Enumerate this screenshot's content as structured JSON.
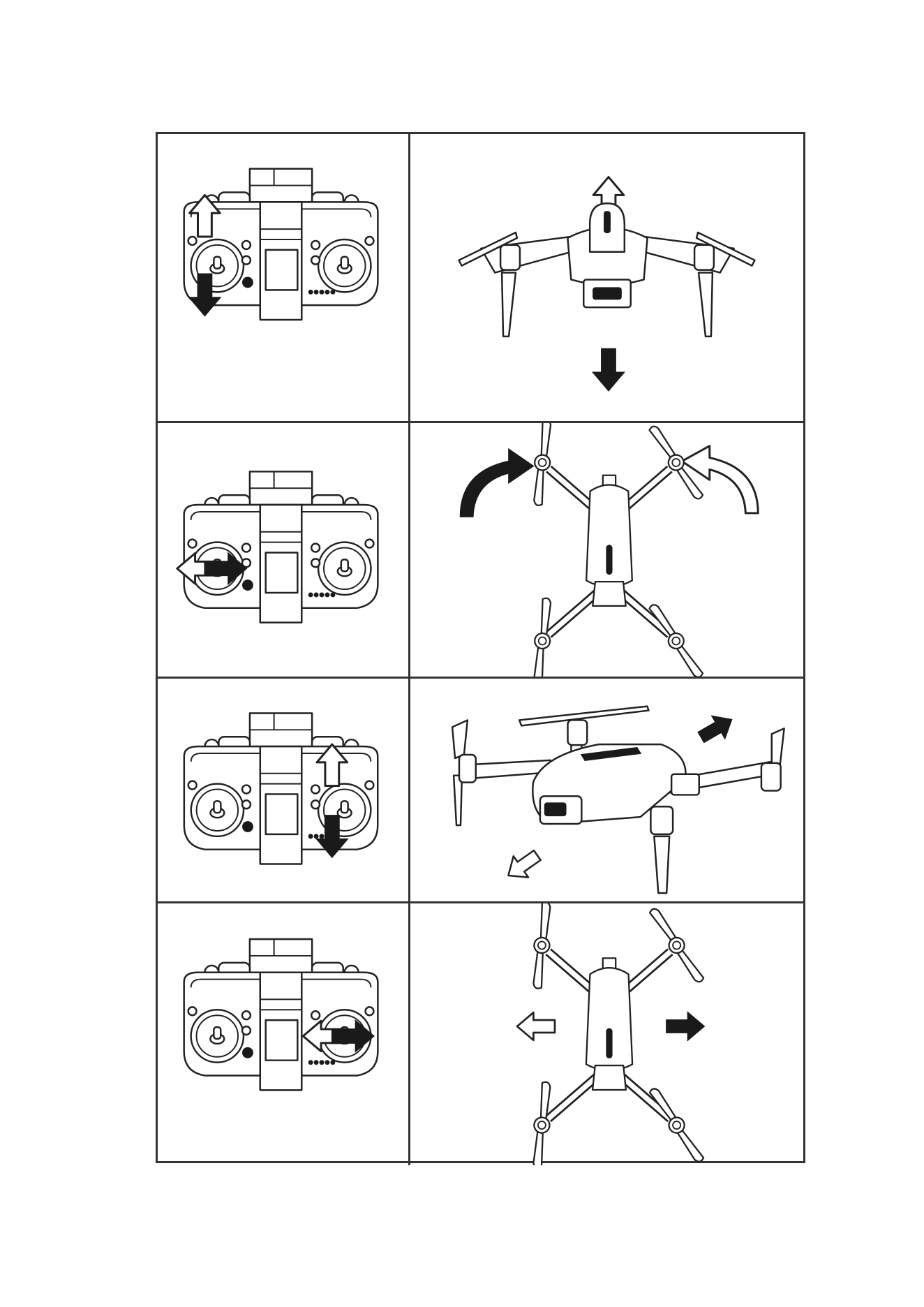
{
  "manual_page": {
    "panels": [
      {
        "id": "throttle",
        "controller_stick": "left",
        "stick_motion": "up-down",
        "drone_view": "front",
        "drone_motion": "ascend-descend"
      },
      {
        "id": "yaw",
        "controller_stick": "left",
        "stick_motion": "left-right",
        "drone_view": "top",
        "drone_motion": "rotate"
      },
      {
        "id": "pitch",
        "controller_stick": "right",
        "stick_motion": "up-down",
        "drone_view": "perspective",
        "drone_motion": "forward-backward"
      },
      {
        "id": "roll",
        "controller_stick": "right",
        "stick_motion": "left-right",
        "drone_view": "top",
        "drone_motion": "sideways"
      }
    ],
    "colors": {
      "line": "#222222",
      "fill_dark": "#1a1a1a",
      "background": "#ffffff"
    },
    "icons": [
      "controller-icon",
      "drone-front-icon",
      "drone-top-icon",
      "drone-perspective-icon",
      "arrow-up-icon",
      "arrow-down-icon",
      "arrow-left-icon",
      "arrow-right-icon",
      "rotate-clockwise-icon",
      "rotate-counterclockwise-icon"
    ]
  }
}
